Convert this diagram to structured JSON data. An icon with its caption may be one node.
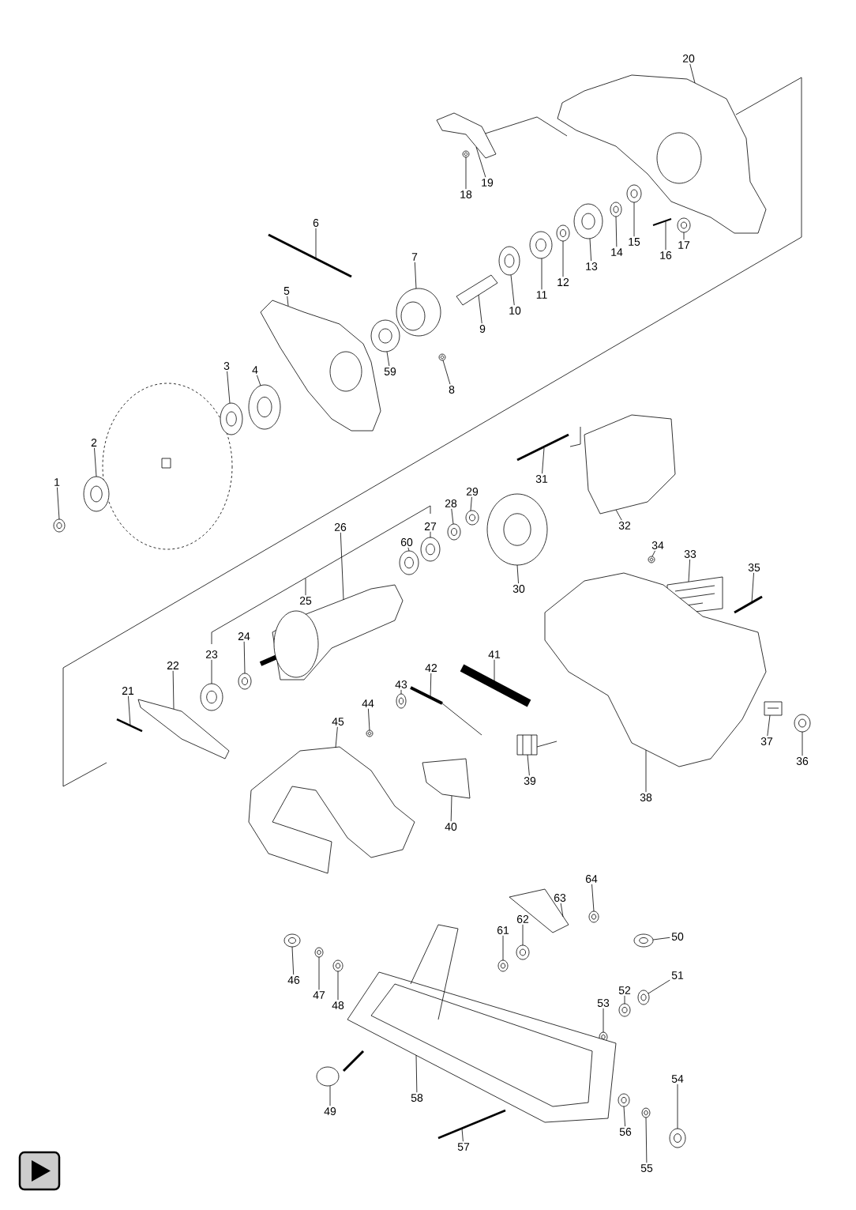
{
  "diagram": {
    "nodes": [
      {
        "text": [
          "1"
        ]
      },
      {
        "text": [
          "2"
        ]
      },
      {
        "text": [
          "3"
        ]
      },
      {
        "text": [
          "4"
        ]
      },
      {
        "text": [
          "5"
        ]
      },
      {
        "text": [
          "6"
        ]
      },
      {
        "text": [
          "7"
        ]
      },
      {
        "text": [
          "8"
        ]
      },
      {
        "text": [
          "9"
        ]
      },
      {
        "text": [
          "10"
        ]
      },
      {
        "text": [
          "11"
        ]
      },
      {
        "text": [
          "12"
        ]
      },
      {
        "text": [
          "13"
        ]
      },
      {
        "text": [
          "14"
        ]
      },
      {
        "text": [
          "15"
        ]
      },
      {
        "text": [
          "16"
        ]
      },
      {
        "text": [
          "17"
        ]
      },
      {
        "text": [
          "18"
        ]
      },
      {
        "text": [
          "19"
        ]
      },
      {
        "text": [
          "20"
        ]
      },
      {
        "text": [
          "21"
        ]
      },
      {
        "text": [
          "22"
        ]
      },
      {
        "text": [
          "23"
        ]
      },
      {
        "text": [
          "24"
        ]
      },
      {
        "text": [
          "25"
        ]
      },
      {
        "text": [
          "26"
        ]
      },
      {
        "text": [
          "27"
        ]
      },
      {
        "text": [
          "28"
        ]
      },
      {
        "text": [
          "29"
        ]
      },
      {
        "text": [
          "30"
        ]
      },
      {
        "text": [
          "31"
        ]
      },
      {
        "text": [
          "32"
        ]
      },
      {
        "text": [
          "33"
        ]
      },
      {
        "text": [
          "34"
        ]
      },
      {
        "text": [
          "35"
        ]
      },
      {
        "text": [
          "36"
        ]
      },
      {
        "text": [
          "37"
        ]
      },
      {
        "text": [
          "38"
        ]
      },
      {
        "text": [
          "39"
        ]
      },
      {
        "text": [
          "40"
        ]
      },
      {
        "text": [
          "41"
        ]
      },
      {
        "text": [
          "42"
        ]
      },
      {
        "text": [
          "43"
        ]
      },
      {
        "text": [
          "44"
        ]
      },
      {
        "text": [
          "45"
        ]
      },
      {
        "text": [
          "46"
        ]
      },
      {
        "text": [
          "47"
        ]
      },
      {
        "text": [
          "48"
        ]
      },
      {
        "text": [
          "49"
        ]
      },
      {
        "text": [
          "50"
        ]
      },
      {
        "text": [
          "51"
        ]
      },
      {
        "text": [
          "52"
        ]
      },
      {
        "text": [
          "53"
        ]
      },
      {
        "text": [
          "54"
        ]
      },
      {
        "text": [
          "55"
        ]
      },
      {
        "text": [
          "56"
        ]
      },
      {
        "text": [
          "57"
        ]
      },
      {
        "text": [
          "58"
        ]
      },
      {
        "text": [
          "59"
        ]
      },
      {
        "text": [
          "60"
        ]
      },
      {
        "text": [
          "61"
        ]
      },
      {
        "text": [
          "62"
        ]
      },
      {
        "text": [
          "63"
        ]
      },
      {
        "text": [
          "64"
        ]
      },
      {
        "text": [],
        "shape": "picture"
      },
      {
        "text": [],
        "shape": "picture"
      },
      {
        "text": [],
        "shape": "picture"
      },
      {
        "text": [],
        "shape": "picture"
      },
      {
        "text": [],
        "shape": "picture"
      },
      {
        "text": [],
        "shape": "picture"
      },
      {
        "text": [],
        "shape": "picture"
      },
      {
        "text": [],
        "shape": "picture"
      },
      {
        "text": [],
        "shape": "picture"
      },
      {
        "text": [],
        "shape": "picture"
      },
      {
        "text": [],
        "shape": "picture"
      },
      {
        "text": [],
        "shape": "picture"
      },
      {
        "text": [],
        "shape": "picture"
      },
      {
        "text": [],
        "shape": "picture"
      },
      {
        "text": [],
        "shape": "picture"
      },
      {
        "text": [],
        "shape": "picture"
      },
      {
        "text": [],
        "shape": "picture"
      },
      {
        "text": [],
        "shape": "picture"
      },
      {
        "text": [],
        "shape": "picture"
      },
      {
        "text": [],
        "shape": "picture"
      },
      {
        "text": [],
        "shape": "picture"
      },
      {
        "text": [],
        "shape": "picture"
      },
      {
        "text": [],
        "shape": "picture"
      },
      {
        "text": [],
        "shape": "picture"
      },
      {
        "text": [],
        "shape": "picture"
      },
      {
        "text": [],
        "shape": "picture"
      },
      {
        "text": [],
        "shape": "picture"
      },
      {
        "text": [],
        "shape": "picture"
      },
      {
        "text": [],
        "shape": "picture"
      },
      {
        "text": [],
        "shape": "picture"
      },
      {
        "text": [],
        "shape": "picture"
      },
      {
        "text": [],
        "shape": "picture"
      },
      {
        "text": [],
        "shape": "picture"
      },
      {
        "text": [],
        "shape": "picture"
      },
      {
        "text": [],
        "shape": "picture"
      },
      {
        "text": [],
        "shape": "picture"
      },
      {
        "text": [],
        "shape": "picture"
      },
      {
        "text": [],
        "shape": "picture"
      },
      {
        "text": [],
        "shape": "picture"
      },
      {
        "text": [],
        "shape": "picture"
      },
      {
        "text": [],
        "shape": "picture"
      },
      {
        "text": [],
        "shape": "picture"
      },
      {
        "text": [],
        "shape": "picture"
      },
      {
        "text": [],
        "shape": "picture"
      },
      {
        "text": [],
        "shape": "picture"
      },
      {
        "text": [],
        "shape": "picture"
      },
      {
        "text": [],
        "shape": "picture"
      },
      {
        "text": [],
        "shape": "picture"
      },
      {
        "text": [],
        "shape": "picture"
      },
      {
        "text": [],
        "shape": "picture"
      },
      {
        "text": [],
        "shape": "picture"
      },
      {
        "text": [],
        "shape": "picture"
      },
      {
        "text": [],
        "shape": "picture"
      },
      {
        "text": [],
        "shape": "picture"
      },
      {
        "text": [],
        "shape": "picture"
      },
      {
        "text": [],
        "shape": "picture"
      },
      {
        "text": [],
        "shape": "picture"
      },
      {
        "text": [],
        "shape": "picture"
      },
      {
        "text": [],
        "shape": "picture"
      },
      {
        "text": [],
        "shape": "picture"
      },
      {
        "text": [],
        "shape": "picture"
      },
      {
        "text": [],
        "shape": "picture"
      },
      {
        "text": [],
        "shape": "picture"
      }
    ],
    "edges": [
      {
        "from": 0,
        "to": 64,
        "arrow": "none"
      },
      {
        "from": 1,
        "to": 65,
        "arrow": "none"
      },
      {
        "from": 2,
        "to": 66,
        "arrow": "none"
      },
      {
        "from": 3,
        "to": 67,
        "arrow": "none"
      },
      {
        "from": 4,
        "to": 68,
        "arrow": "none"
      },
      {
        "from": 5,
        "to": 69,
        "arrow": "none"
      },
      {
        "from": 6,
        "to": 70,
        "arrow": "none"
      },
      {
        "from": 7,
        "to": 71,
        "arrow": "none"
      },
      {
        "from": 8,
        "to": 72,
        "arrow": "none"
      },
      {
        "from": 9,
        "to": 73,
        "arrow": "none"
      },
      {
        "from": 10,
        "to": 74,
        "arrow": "none"
      },
      {
        "from": 11,
        "to": 75,
        "arrow": "none"
      },
      {
        "from": 12,
        "to": 76,
        "arrow": "none"
      },
      {
        "from": 13,
        "to": 77,
        "arrow": "none"
      },
      {
        "from": 14,
        "to": 78,
        "arrow": "none"
      },
      {
        "from": 15,
        "to": 79,
        "arrow": "none"
      },
      {
        "from": 16,
        "to": 80,
        "arrow": "none"
      },
      {
        "from": 17,
        "to": 81,
        "arrow": "none"
      },
      {
        "from": 18,
        "to": 82,
        "arrow": "none"
      },
      {
        "from": 19,
        "to": 83,
        "arrow": "none"
      },
      {
        "from": 20,
        "to": 84,
        "arrow": "none"
      },
      {
        "from": 21,
        "to": 85,
        "arrow": "none"
      },
      {
        "from": 22,
        "to": 86,
        "arrow": "none"
      },
      {
        "from": 23,
        "to": 87,
        "arrow": "none"
      },
      {
        "from": 24,
        "to": null,
        "arrow": "none"
      },
      {
        "from": 25,
        "to": 88,
        "arrow": "none"
      },
      {
        "from": 26,
        "to": 89,
        "arrow": "none"
      },
      {
        "from": 27,
        "to": 90,
        "arrow": "none"
      },
      {
        "from": 28,
        "to": 91,
        "arrow": "none"
      },
      {
        "from": 29,
        "to": 92,
        "arrow": "none"
      },
      {
        "from": 30,
        "to": 93,
        "arrow": "none"
      },
      {
        "from": 31,
        "to": 94,
        "arrow": "none"
      },
      {
        "from": 32,
        "to": 95,
        "arrow": "none"
      },
      {
        "from": 33,
        "to": 96,
        "arrow": "none"
      },
      {
        "from": 34,
        "to": 97,
        "arrow": "none"
      },
      {
        "from": 35,
        "to": 98,
        "arrow": "none"
      },
      {
        "from": 36,
        "to": 99,
        "arrow": "none"
      },
      {
        "from": 37,
        "to": 100,
        "arrow": "none"
      },
      {
        "from": 38,
        "to": 101,
        "arrow": "none"
      },
      {
        "from": 39,
        "to": 102,
        "arrow": "none"
      },
      {
        "from": 40,
        "to": 103,
        "arrow": "none"
      },
      {
        "from": 41,
        "to": 104,
        "arrow": "none"
      },
      {
        "from": 42,
        "to": 105,
        "arrow": "none"
      },
      {
        "from": 43,
        "to": 106,
        "arrow": "none"
      },
      {
        "from": 44,
        "to": 107,
        "arrow": "none"
      },
      {
        "from": 45,
        "to": 108,
        "arrow": "none"
      },
      {
        "from": 46,
        "to": 109,
        "arrow": "none"
      },
      {
        "from": 47,
        "to": 110,
        "arrow": "none"
      },
      {
        "from": 48,
        "to": 111,
        "arrow": "none"
      },
      {
        "from": 49,
        "to": 112,
        "arrow": "none"
      },
      {
        "from": 50,
        "to": 113,
        "arrow": "none"
      },
      {
        "from": 51,
        "to": 114,
        "arrow": "none"
      },
      {
        "from": 52,
        "to": 115,
        "arrow": "none"
      },
      {
        "from": 53,
        "to": 116,
        "arrow": "none"
      },
      {
        "from": 54,
        "to": 117,
        "arrow": "none"
      },
      {
        "from": 55,
        "to": 118,
        "arrow": "none"
      },
      {
        "from": 56,
        "to": 119,
        "arrow": "none"
      },
      {
        "from": 57,
        "to": 120,
        "arrow": "none"
      },
      {
        "from": 58,
        "to": 121,
        "arrow": "none"
      },
      {
        "from": 59,
        "to": 126,
        "arrow": "none"
      },
      {
        "from": 60,
        "to": 122,
        "arrow": "none"
      },
      {
        "from": 61,
        "to": 123,
        "arrow": "none"
      },
      {
        "from": 62,
        "to": 124,
        "arrow": "none"
      },
      {
        "from": 63,
        "to": 125,
        "arrow": "none"
      }
    ]
  }
}
